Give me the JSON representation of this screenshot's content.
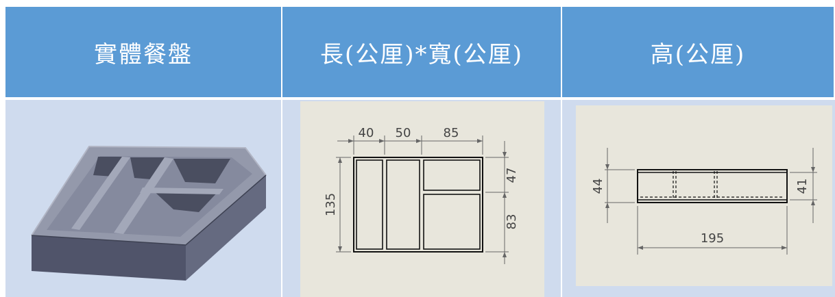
{
  "table": {
    "headers": [
      "實體餐盤",
      "長(公厘)*寬(公厘)",
      "高(公厘)"
    ]
  },
  "top_view": {
    "widths": [
      "40",
      "50",
      "85"
    ],
    "length": "135",
    "heights": [
      "47",
      "83"
    ]
  },
  "front_view": {
    "height_outer": "44",
    "height_inner": "41",
    "length": "195"
  },
  "colors": {
    "header_bg": "#5b9bd5",
    "body_bg": "#cfdbee",
    "drawing_bg": "#e8e6dc",
    "tray_light": "#8f94a6",
    "tray_dark": "#4b4f60"
  }
}
